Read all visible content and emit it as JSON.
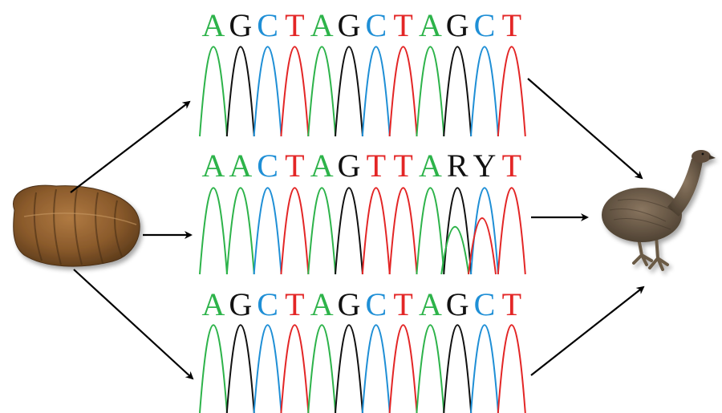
{
  "colors": {
    "A": "#2db34a",
    "G": "#111111",
    "C": "#1f8fd6",
    "T": "#e32626",
    "R": "#111111",
    "Y": "#111111",
    "arrow": "#000000",
    "coprolite": "#8a5a2b",
    "moa": "#6b5a45"
  },
  "icons": {
    "sample": "coprolite-icon",
    "organism": "moa-bird-icon"
  },
  "reads": [
    {
      "sequence": "AGCTAGCTAGCT",
      "peaks": [
        {
          "base": "A",
          "height": 1.0
        },
        {
          "base": "G",
          "height": 1.0
        },
        {
          "base": "C",
          "height": 1.0
        },
        {
          "base": "T",
          "height": 1.0
        },
        {
          "base": "A",
          "height": 1.0
        },
        {
          "base": "G",
          "height": 1.0
        },
        {
          "base": "C",
          "height": 1.0
        },
        {
          "base": "T",
          "height": 1.0
        },
        {
          "base": "A",
          "height": 1.0
        },
        {
          "base": "G",
          "height": 1.0
        },
        {
          "base": "C",
          "height": 1.0
        },
        {
          "base": "T",
          "height": 1.0
        }
      ]
    },
    {
      "sequence": "AACTAGTTARYT",
      "peaks": [
        {
          "base": "A",
          "height": 1.0
        },
        {
          "base": "A",
          "height": 1.0
        },
        {
          "base": "C",
          "height": 1.0
        },
        {
          "base": "T",
          "height": 1.0
        },
        {
          "base": "A",
          "height": 1.0
        },
        {
          "base": "G",
          "height": 1.0
        },
        {
          "base": "T",
          "height": 1.0
        },
        {
          "base": "T",
          "height": 1.0
        },
        {
          "base": "A",
          "height": 1.0
        },
        {
          "base": "G",
          "height": 1.0,
          "secondary": {
            "base": "A",
            "height": 0.55
          }
        },
        {
          "base": "C",
          "height": 1.0,
          "secondary": {
            "base": "T",
            "height": 0.65
          }
        },
        {
          "base": "T",
          "height": 1.0
        }
      ]
    },
    {
      "sequence": "AGCTAGCTAGCT",
      "peaks": [
        {
          "base": "A",
          "height": 1.0
        },
        {
          "base": "G",
          "height": 1.0
        },
        {
          "base": "C",
          "height": 1.0
        },
        {
          "base": "T",
          "height": 1.0
        },
        {
          "base": "A",
          "height": 1.0
        },
        {
          "base": "G",
          "height": 1.0
        },
        {
          "base": "C",
          "height": 1.0
        },
        {
          "base": "T",
          "height": 1.0
        },
        {
          "base": "A",
          "height": 1.0
        },
        {
          "base": "G",
          "height": 1.0
        },
        {
          "base": "C",
          "height": 1.0
        },
        {
          "base": "T",
          "height": 1.0
        }
      ]
    }
  ]
}
